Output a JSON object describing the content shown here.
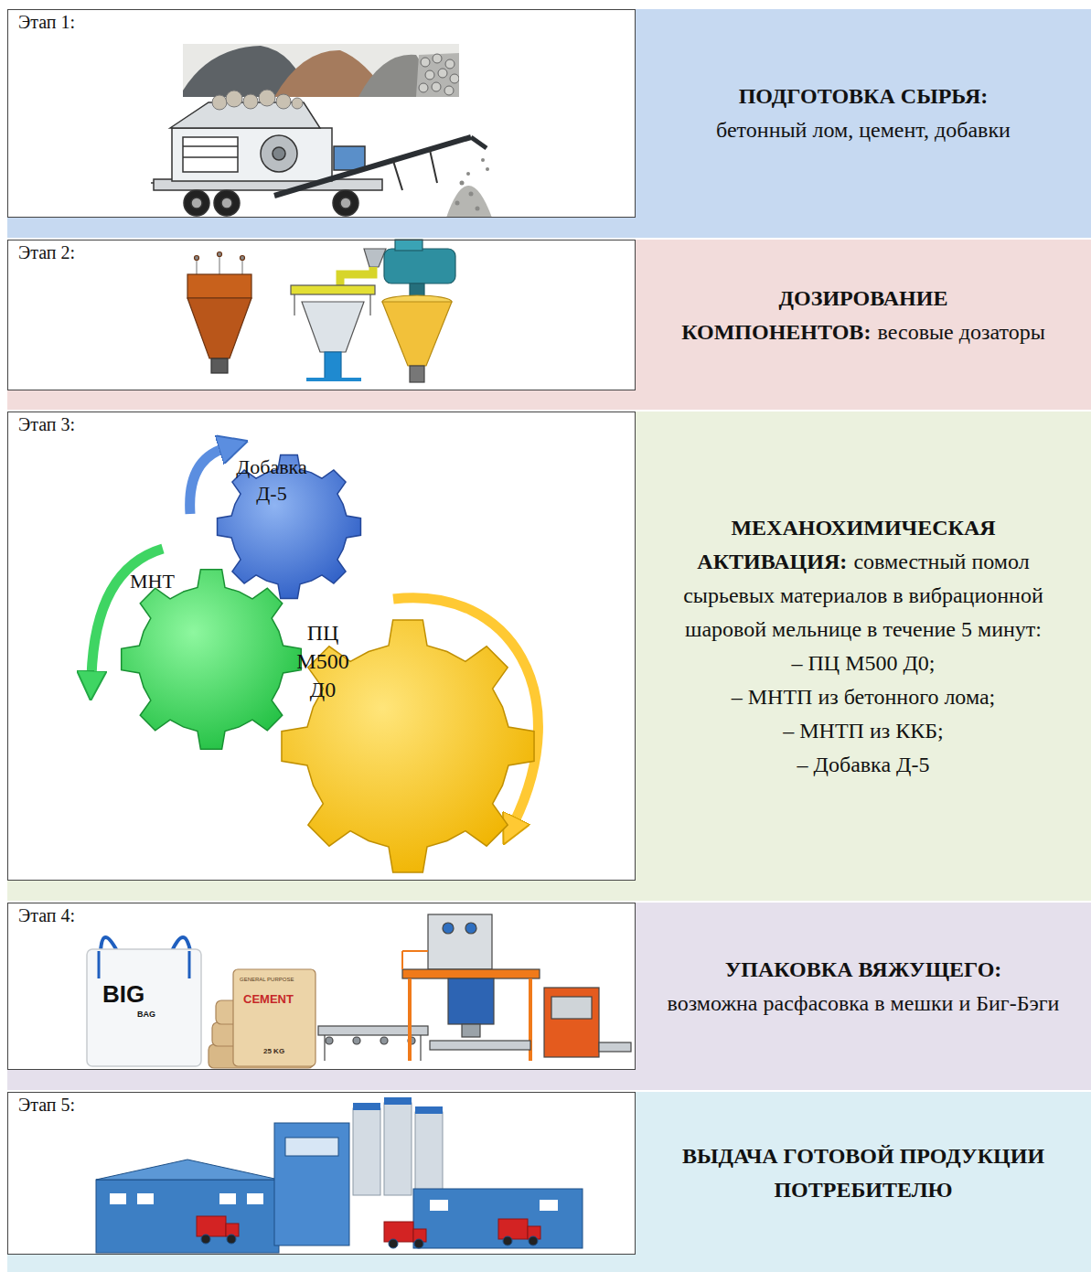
{
  "diagram": {
    "nodes": [
      {
        "text": [
          "Этап 1:"
        ]
      },
      {
        "text": [
          "ПОДГОТОВКА СЫРЬЯ:",
          "бетонный лом, цемент, добавки"
        ]
      },
      {
        "text": [
          "Этап 2:"
        ]
      },
      {
        "text": [
          "ДОЗИРОВАНИЕ КОМПОНЕНТОВ:",
          "весовые дозаторы"
        ]
      },
      {
        "text": [
          "Этап 3:"
        ]
      },
      {
        "text": [
          "Добавка Д-5"
        ],
        "in": 4
      },
      {
        "text": [
          "МНТ"
        ],
        "in": 4
      },
      {
        "text": [
          "ПЦ М500 Д0"
        ],
        "in": 4
      },
      {
        "text": [
          "МЕХАНОХИМИЧЕСКАЯ АКТИВАЦИЯ:",
          "совместный помол сырьевых материалов в вибрационной шаровой мельнице в течение 5 минут:",
          "– ПЦ М500 Д0;",
          "– МНТП из бетонного лома;",
          "– МНТП из ККБ;",
          "– Добавка Д-5"
        ]
      },
      {
        "text": [
          "Этап 4:"
        ]
      },
      {
        "text": [
          "УПАКОВКА ВЯЖУЩЕГО:",
          "возможна расфасовка в мешки и Биг-Бэги"
        ]
      },
      {
        "text": [
          "Этап 5:"
        ]
      },
      {
        "text": [
          "ВЫДАЧА ГОТОВОЙ ПРОДУКЦИИ ПОТРЕБИТЕЛЮ"
        ]
      }
    ],
    "labels": [
      "BIG",
      "BAG",
      "GENERAL PURPOSE",
      "CEMENT",
      "25 KG"
    ]
  }
}
